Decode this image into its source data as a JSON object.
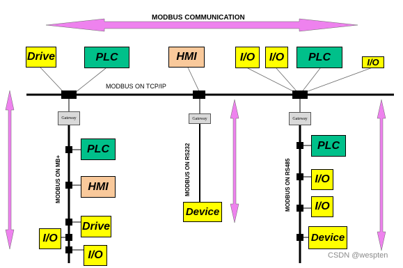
{
  "title": "MODBUS COMMUNICATION",
  "bus_label": "MODBUS ON TCP/IP",
  "gateway_label": "Gateway",
  "branch_labels": {
    "mb_plus": "MODBUS ON MB+",
    "rs232": "MODBUS ON RS232",
    "rs485": "MODBUS ON RS485"
  },
  "top_devices": [
    "Drive",
    "PLC",
    "HMI",
    "I/O",
    "I/O",
    "PLC",
    "I/O"
  ],
  "mb_plus_devices": [
    "PLC",
    "HMI",
    "Drive",
    "I/O",
    "I/O"
  ],
  "rs232_devices": [
    "Device"
  ],
  "rs485_devices": [
    "PLC",
    "I/O",
    "I/O",
    "Device"
  ],
  "watermark": "CSDN @wespten",
  "colors": {
    "arrow": "#ee82ee",
    "device_yellow": "#ffff00",
    "device_green": "#00c08a",
    "device_peach": "#f9c99b",
    "bus": "#000000"
  }
}
